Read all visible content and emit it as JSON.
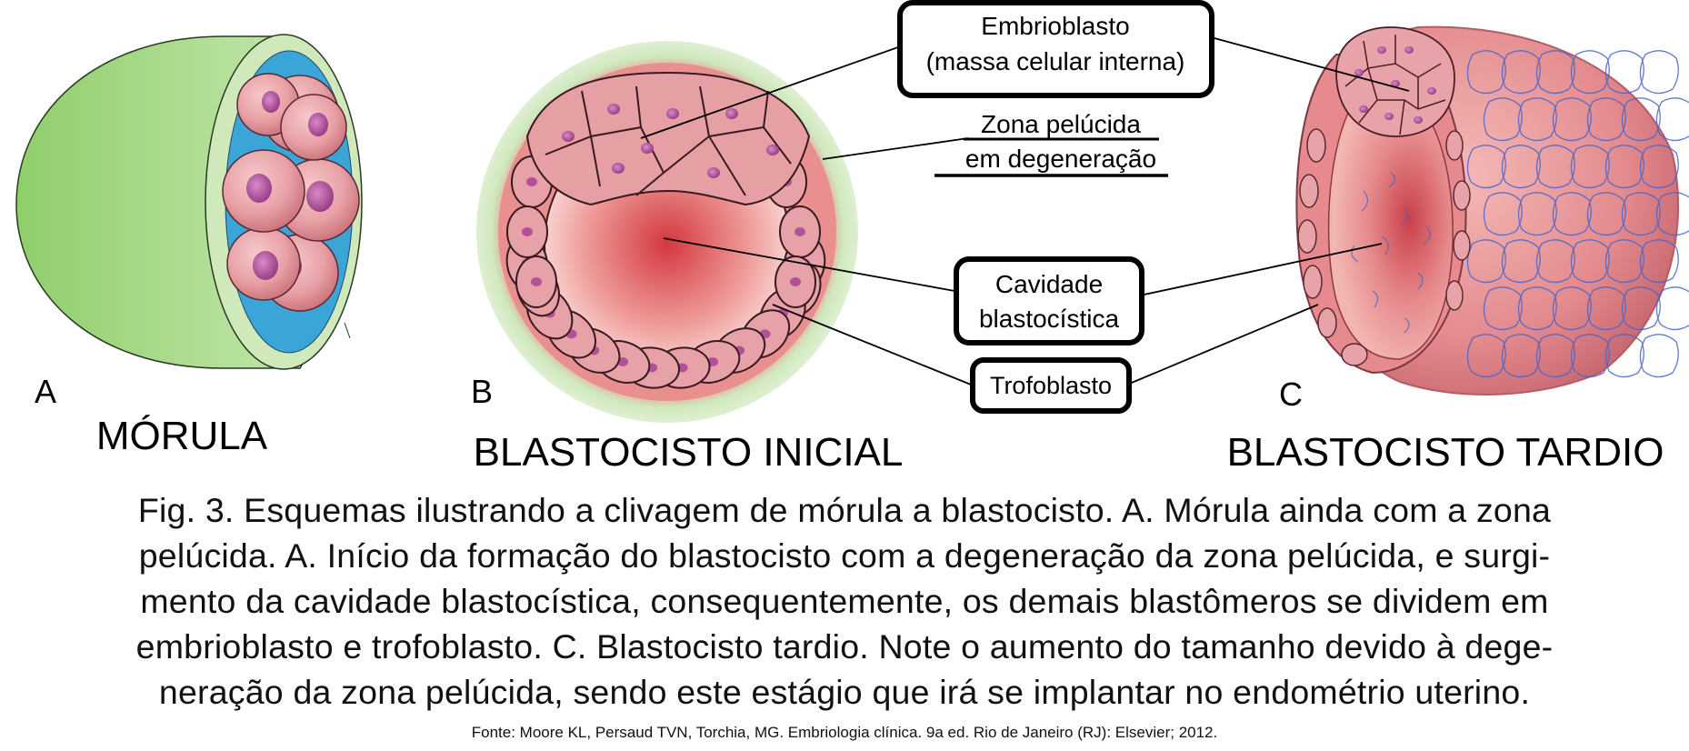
{
  "labels": {
    "embrioblasto_line1": "Embrioblasto",
    "embrioblasto_line2": "(massa celular interna)",
    "zona_line1": "Zona pelúcida",
    "zona_line2": "em degeneração",
    "cavidade_line1": "Cavidade",
    "cavidade_line2": "blastocística",
    "trofoblasto": "Trofoblasto"
  },
  "panels": {
    "a_letter": "A",
    "a_title": "MÓRULA",
    "b_letter": "B",
    "b_title": "BLASTOCISTO INICIAL",
    "c_letter": "C",
    "c_title": "BLASTOCISTO TARDIO"
  },
  "caption": {
    "line1": "Fig. 3. Esquemas ilustrando a clivagem de mórula a blastocisto. A. Mórula ainda com a zona",
    "line2": "pelúcida. A. Início da formação do blastocisto com a degeneração da zona pelúcida, e surgi-",
    "line3": "mento da cavidade blastocística, consequentemente, os demais blastômeros se dividem em",
    "line4": "embrioblasto e trofoblasto. C. Blastocisto tardio. Note o aumento do tamanho devido à dege-",
    "line5": "neração da zona pelúcida, sendo este estágio que irá se implantar no endométrio uterino."
  },
  "source": "Fonte: Moore KL, Persaud TVN, Torchia, MG. Embriologia clínica. 9a ed. Rio de Janeiro (RJ): Elsevier; 2012.",
  "colors": {
    "zona_green": "#a9d98a",
    "zona_green_light": "#cfe9bb",
    "cell_pink": "#e8a3a8",
    "nucleus": "#b3509a",
    "cavity_red": "#d9454c",
    "membrane_blue": "#4a64c8"
  }
}
